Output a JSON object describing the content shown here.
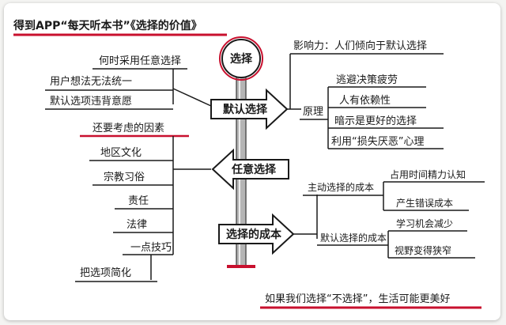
{
  "title": "得到APP“每天听本书”《选择的价值》",
  "center": "选择",
  "arrows": {
    "default": "默认选择",
    "optional": "任意选择",
    "cost": "选择的成本"
  },
  "left": {
    "when_heading": "何时采用任意选择",
    "when_items": [
      "用户想法无法统一",
      "默认选项违背意愿"
    ],
    "factors_heading": "还要考虑的因素",
    "factor_items": [
      "地区文化",
      "宗教习俗",
      "责任",
      "法律",
      "一点技巧"
    ],
    "simplify": "把选项简化"
  },
  "right": {
    "influence": "影响力：人们倾向于默认选择",
    "principle_label": "原理",
    "principles": [
      "逃避决策疲劳",
      "人有依赖性",
      "暗示是更好的选择",
      "利用“损失厌恶”心理"
    ],
    "active_label": "主动选择的成本",
    "active_items": [
      "占用时间精力认知",
      "产生错误成本"
    ],
    "default_label": "默认选择的成本",
    "default_items": [
      "学习机会减少",
      "视野变得狭窄"
    ]
  },
  "footer": "如果我们选择“不选择”，生活可能更美好",
  "colors": {
    "accent_red": "#c8102e",
    "ink": "#1a1a1a",
    "pole": "#9a9a9a"
  }
}
